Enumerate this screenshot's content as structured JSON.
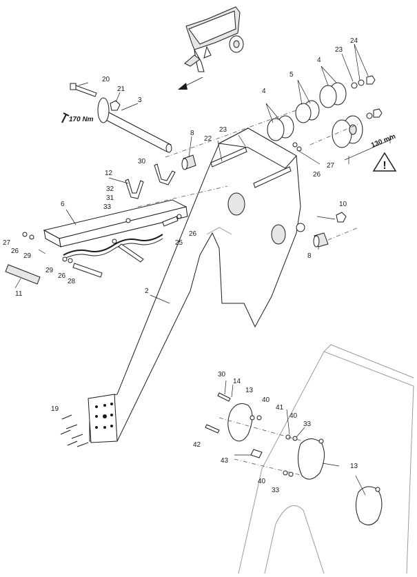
{
  "callouts": [
    {
      "n": "1",
      "label": "20"
    },
    {
      "n": "2",
      "label": "21"
    },
    {
      "n": "3",
      "label": "3"
    },
    {
      "n": "4",
      "label": "8"
    },
    {
      "n": "5",
      "label": "23"
    },
    {
      "n": "6",
      "label": "22"
    },
    {
      "n": "7",
      "label": "12"
    },
    {
      "n": "8",
      "label": "30"
    },
    {
      "n": "9",
      "label": "32"
    },
    {
      "n": "10",
      "label": "31"
    },
    {
      "n": "11",
      "label": "33"
    },
    {
      "n": "12",
      "label": "6"
    },
    {
      "n": "13",
      "label": "27"
    },
    {
      "n": "14",
      "label": "26"
    },
    {
      "n": "15",
      "label": "29"
    },
    {
      "n": "16",
      "label": "25"
    },
    {
      "n": "17",
      "label": "26"
    },
    {
      "n": "18",
      "label": "29"
    },
    {
      "n": "19",
      "label": "26"
    },
    {
      "n": "20",
      "label": "28"
    },
    {
      "n": "21",
      "label": "11"
    },
    {
      "n": "22",
      "label": "2"
    },
    {
      "n": "23",
      "label": "19"
    },
    {
      "n": "24",
      "label": "4"
    },
    {
      "n": "25",
      "label": "5"
    },
    {
      "n": "26",
      "label": "4"
    },
    {
      "n": "27",
      "label": "23"
    },
    {
      "n": "28",
      "label": "24"
    },
    {
      "n": "29",
      "label": "27"
    },
    {
      "n": "30",
      "label": "26"
    },
    {
      "n": "31",
      "label": "10"
    },
    {
      "n": "32",
      "label": "8"
    },
    {
      "n": "33",
      "label": "30"
    },
    {
      "n": "34",
      "label": "14"
    },
    {
      "n": "35",
      "label": "13"
    },
    {
      "n": "36",
      "label": "40"
    },
    {
      "n": "37",
      "label": "41"
    },
    {
      "n": "38",
      "label": "40"
    },
    {
      "n": "39",
      "label": "33"
    },
    {
      "n": "40",
      "label": "42"
    },
    {
      "n": "41",
      "label": "43"
    },
    {
      "n": "42",
      "label": "13"
    },
    {
      "n": "43",
      "label": "40"
    },
    {
      "n": "44",
      "label": "33"
    }
  ],
  "torque": {
    "value": "170 Nm"
  },
  "dimension": {
    "value": "130 mm"
  },
  "warning": {
    "symbol": "!"
  },
  "colors": {
    "line": "#1a1a1a",
    "ghost": "#9a9a9a",
    "fill": "#ffffff"
  }
}
